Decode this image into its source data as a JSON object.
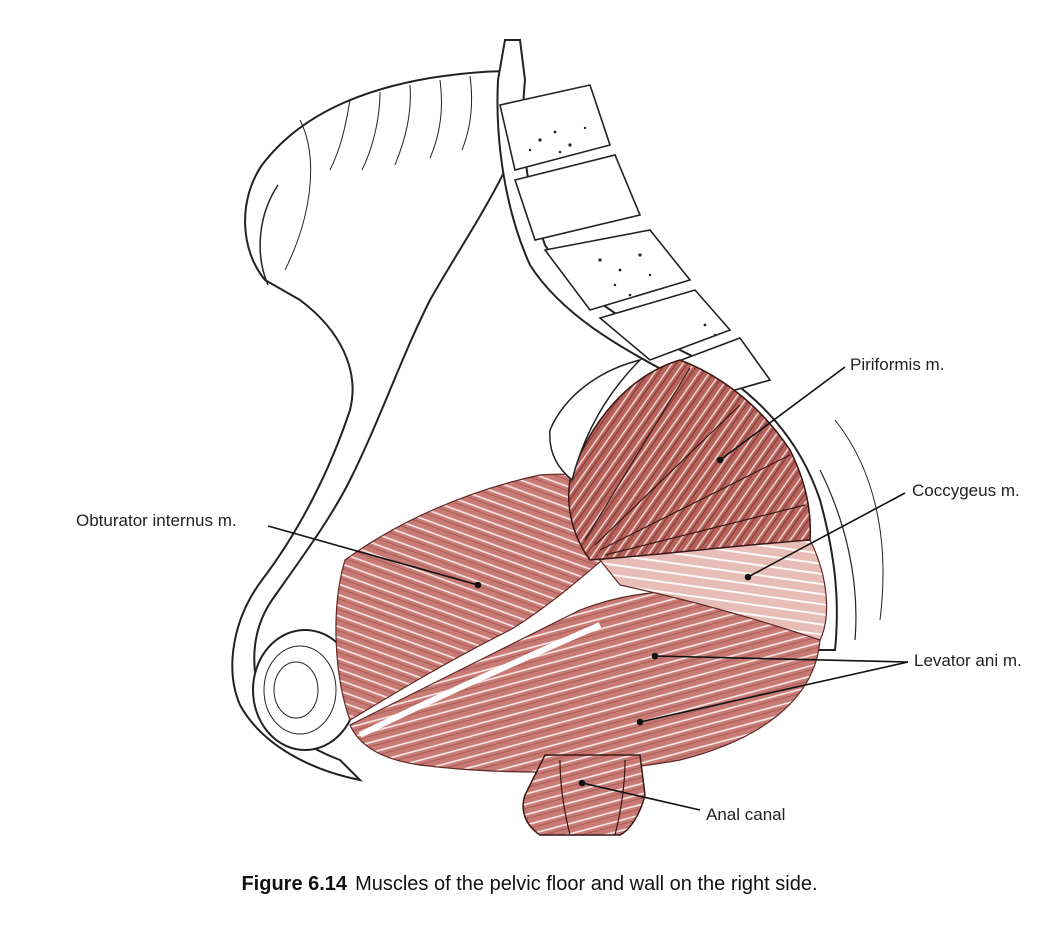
{
  "figure": {
    "number": "Figure 6.14",
    "caption": "Muscles of the pelvic floor and wall on the right side."
  },
  "labels": {
    "piriformis": "Piriformis m.",
    "coccygeus": "Coccygeus m.",
    "obturator": "Obturator internus m.",
    "levator": "Levator ani m.",
    "anal": "Anal canal"
  },
  "colors": {
    "muscle": "#c97a74",
    "muscle_dark": "#9e4f4a",
    "muscle_light": "#e3aca6",
    "line": "#222222",
    "bone": "#ffffff"
  }
}
